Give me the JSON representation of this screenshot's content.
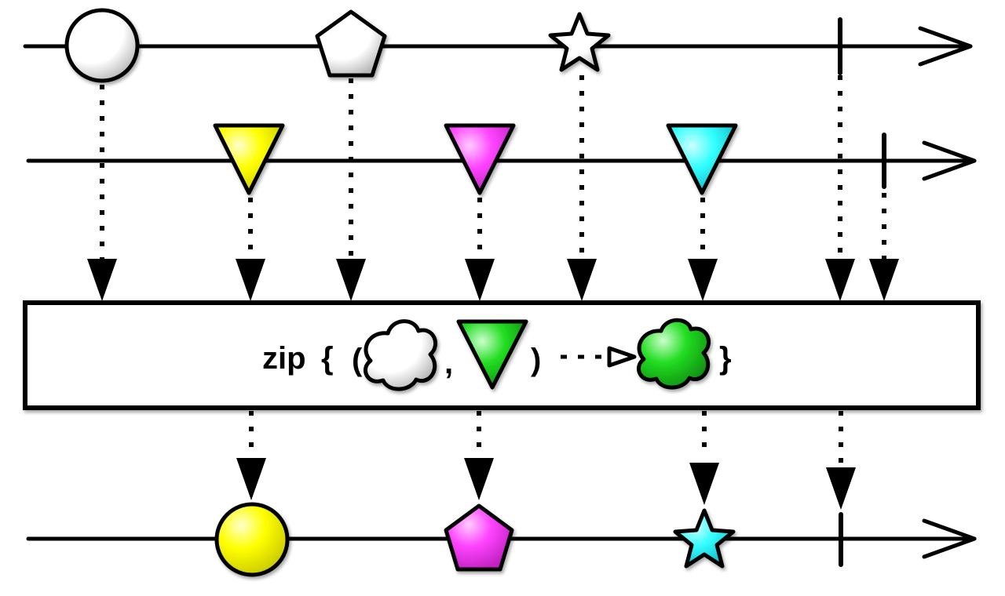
{
  "operator": {
    "word": "zip",
    "open_brace": "{",
    "open_paren": "(",
    "comma": ",",
    "close_paren": ")",
    "close_brace": "}"
  },
  "colors": {
    "line": "#000000",
    "white": "#ffffff",
    "yellow": "#ffff00",
    "magenta": "#ff44ff",
    "cyan": "#33ffff",
    "green": "#22dd22",
    "gray_shade": "#bbbbbb"
  },
  "streams": [
    {
      "id": "source-1",
      "items": [
        {
          "shape": "circle",
          "color": "white"
        },
        {
          "shape": "pentagon",
          "color": "white"
        },
        {
          "shape": "star",
          "color": "white"
        },
        {
          "shape": "completion"
        }
      ]
    },
    {
      "id": "source-2",
      "items": [
        {
          "shape": "triangle",
          "color": "yellow"
        },
        {
          "shape": "triangle",
          "color": "magenta"
        },
        {
          "shape": "triangle",
          "color": "cyan"
        },
        {
          "shape": "completion"
        }
      ]
    },
    {
      "id": "output",
      "items": [
        {
          "shape": "circle",
          "color": "yellow"
        },
        {
          "shape": "pentagon",
          "color": "magenta"
        },
        {
          "shape": "star",
          "color": "cyan"
        },
        {
          "shape": "completion"
        }
      ]
    }
  ],
  "legend_symbols": [
    {
      "shape": "cloud",
      "color": "white"
    },
    {
      "shape": "triangle",
      "color": "green"
    },
    {
      "shape": "cloud",
      "color": "green"
    }
  ]
}
